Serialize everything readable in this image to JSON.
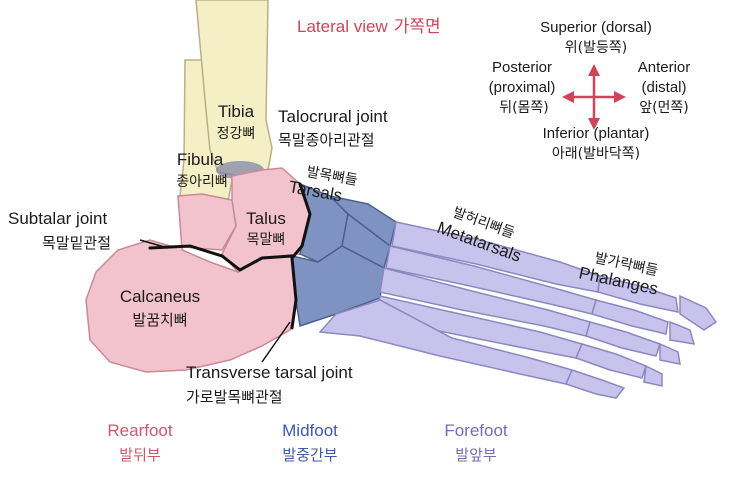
{
  "title": {
    "en": "Lateral view",
    "ko": "가쪽면"
  },
  "colors": {
    "title": "#d0445a",
    "arrow": "#d0445a",
    "rearfoot_bone": "#f2c3cc",
    "rearfoot_outline": "#c98a95",
    "midfoot_bone": "#7f93c2",
    "midfoot_outline": "#4d5f8e",
    "forefoot_bone": "#c7c3ec",
    "forefoot_outline": "#8d87c0",
    "leg_bone": "#f5efc6",
    "leg_outline": "#b9b089",
    "rearfoot_label": "#c85a6c",
    "midfoot_label": "#3e5aa8",
    "forefoot_label": "#6f6fb4"
  },
  "orientation": {
    "superior": {
      "en": "Superior (dorsal)",
      "ko": "위(발등쪽)"
    },
    "posterior": {
      "en": "Posterior",
      "en2": "(proximal)",
      "ko": "뒤(몸쪽)"
    },
    "anterior": {
      "en": "Anterior",
      "en2": "(distal)",
      "ko": "앞(먼쪽)"
    },
    "inferior": {
      "en": "Inferior (plantar)",
      "ko": "아래(발바닥쪽)"
    }
  },
  "labels": {
    "tibia": {
      "en": "Tibia",
      "ko": "정강뼈"
    },
    "fibula": {
      "en": "Fibula",
      "ko": "종아리뼈"
    },
    "talocrural": {
      "en": "Talocrural joint",
      "ko": "목말종아리관절"
    },
    "tarsals": {
      "en": "Tarsals",
      "ko": "발목뼈들"
    },
    "subtalar": {
      "en": "Subtalar joint",
      "ko": "목말밑관절"
    },
    "talus": {
      "en": "Talus",
      "ko": "목말뼈"
    },
    "calcaneus": {
      "en": "Calcaneus",
      "ko": "발꿈치뼈"
    },
    "metatarsals": {
      "en": "Metatarsals",
      "ko": "발허리뼈들"
    },
    "phalanges": {
      "en": "Phalanges",
      "ko": "발가락뼈들"
    },
    "transverse": {
      "en": "Transverse tarsal joint",
      "ko": "가로발목뼈관절"
    }
  },
  "regions": {
    "rearfoot": {
      "en": "Rearfoot",
      "ko": "발뒤부"
    },
    "midfoot": {
      "en": "Midfoot",
      "ko": "발중간부"
    },
    "forefoot": {
      "en": "Forefoot",
      "ko": "발앞부"
    }
  }
}
